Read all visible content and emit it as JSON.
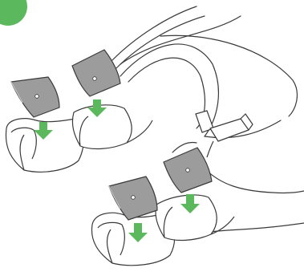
{
  "colors": {
    "line": "#3a3a3a",
    "pad_fill": "#9c9c9c",
    "pad_light": "#c8c8c8",
    "arrow": "#5cb85c",
    "badge": "#5cb85c",
    "background": "#ffffff"
  },
  "parts": {
    "pads": 4,
    "arrows": 4,
    "bottom_pieces": 4,
    "release_clip": 1
  },
  "icons": {
    "step_badge": "step-badge-icon",
    "arrow": "arrow-down-icon",
    "pad": "seat-pad-icon",
    "clip": "release-clip-icon"
  }
}
